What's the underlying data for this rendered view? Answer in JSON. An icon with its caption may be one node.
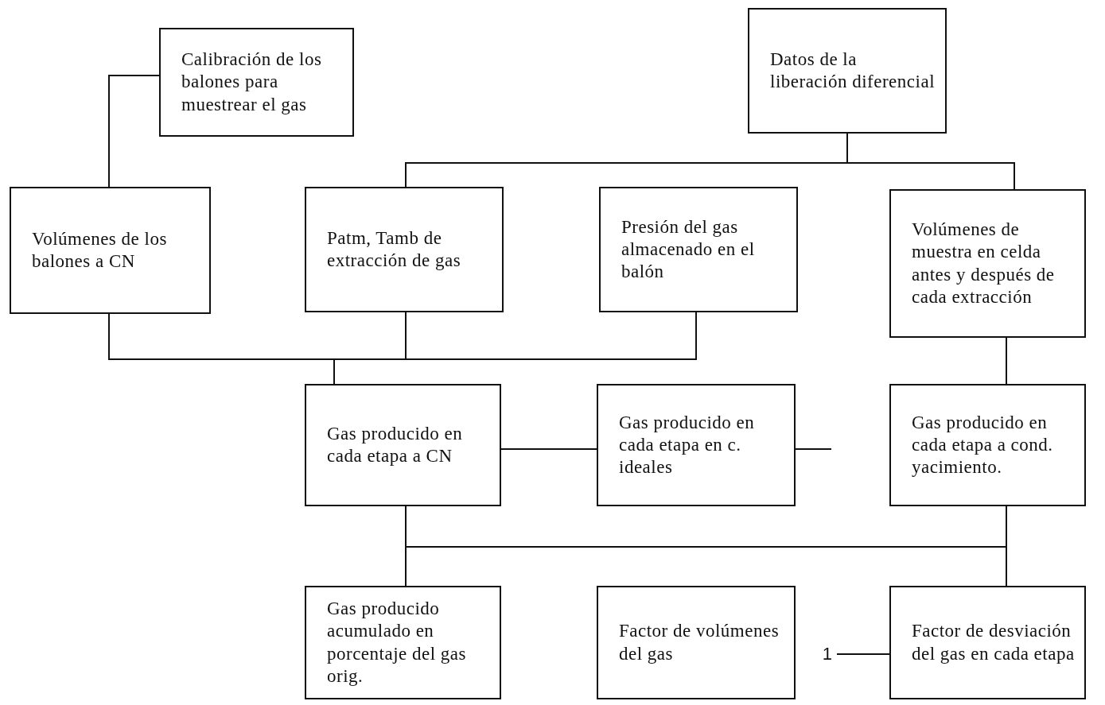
{
  "diagram": {
    "nodes": [
      {
        "text": [
          "Calibración de los balones para muestrear el gas"
        ]
      },
      {
        "text": [
          "Datos de la liberación diferencial"
        ]
      },
      {
        "text": [
          "Volúmenes de los balones a CN"
        ]
      },
      {
        "text": [
          "Patm, Tamb de extracción de gas"
        ]
      },
      {
        "text": [
          "Presión del gas almacenado en el balón"
        ]
      },
      {
        "text": [
          "Volúmenes de muestra en celda antes y después de cada extracción"
        ]
      },
      {
        "text": [
          "Gas producido en cada etapa a CN"
        ]
      },
      {
        "text": [
          "Gas producido en cada etapa en c. ideales"
        ]
      },
      {
        "text": [
          "Gas producido en cada etapa a cond. yacimiento."
        ]
      },
      {
        "text": [
          "Gas producido acumulado en porcentaje del gas orig."
        ]
      },
      {
        "text": [
          "Factor de volúmenes del gas"
        ]
      },
      {
        "text": [
          "Factor de desviación del gas en cada etapa"
        ]
      },
      {
        "text": [
          "1"
        ]
      }
    ],
    "edges": [
      {
        "from": 0,
        "to": 2,
        "arrow": "none"
      },
      {
        "from": 1,
        "to": 3,
        "arrow": "none"
      },
      {
        "from": 1,
        "to": 5,
        "arrow": "none"
      },
      {
        "from": 2,
        "to": 6,
        "arrow": "none"
      },
      {
        "from": 3,
        "to": 6,
        "arrow": "none"
      },
      {
        "from": 4,
        "to": 6,
        "arrow": "none"
      },
      {
        "from": 6,
        "to": 7,
        "arrow": "none"
      },
      {
        "from": 7,
        "to": null,
        "arrow": "none"
      },
      {
        "from": 5,
        "to": 8,
        "arrow": "none"
      },
      {
        "from": 6,
        "to": 9,
        "arrow": "none"
      },
      {
        "from": 6,
        "to": 11,
        "arrow": "none"
      },
      {
        "from": 8,
        "to": 9,
        "arrow": "none"
      },
      {
        "from": 8,
        "to": 11,
        "arrow": "none"
      },
      {
        "from": 12,
        "to": 11,
        "arrow": "none"
      }
    ]
  }
}
